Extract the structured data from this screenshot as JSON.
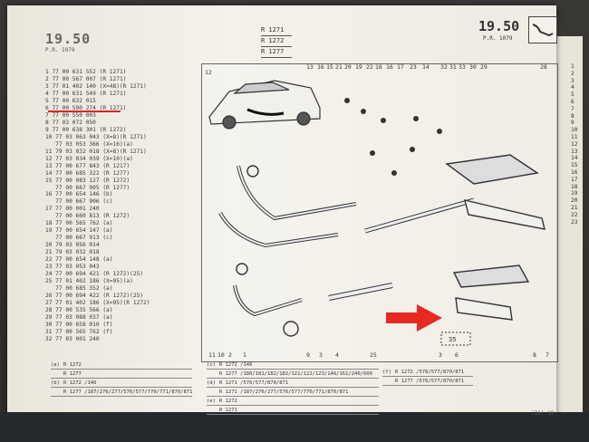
{
  "header": {
    "left_page": "19.50",
    "left_sub": "P.R. 1079",
    "right_page": "19.50",
    "right_sub": "P.R. 1079",
    "models": [
      "R 1271",
      "R 1272",
      "R 1277"
    ]
  },
  "parts_list": [
    "1 77 00 631 552 (R 1271)",
    "2 77 00 567 007 (R 1271)",
    "3 77 01 402 140 (X=48)(R 1271)",
    "4 77 00 631 549 (R 1271)",
    "5 77 00 632 015",
    "6 77 00 590 274 (R 1271)",
    "7 77 00 550 003",
    "8 77 03 072 050",
    "9 77 00 638 301 (R 1272)",
    "10 77 03 063 043 (X=8)(R 1271)",
    "   77 03 053 366 (X=16)(a)",
    "11 79 03 032 018 (X=8)(R 1271)",
    "12 77 03 034 039 (X=10)(a)",
    "13 77 00 677 843 (R 1217)",
    "14 77 00 685 322 (R 1277)",
    "15 77 00 083 127 (R 1272)",
    "   77 00 667 905 (R 1277)",
    "16 77 00 654 146 (b)",
    "   77 00 667 906 (c)",
    "17 77 00 001 240",
    "   77 00 660 813 (R 1272)",
    "18 77 00 565 762 (a)",
    "19 77 00 654 147 (a)",
    "   77 00 667 913 (c)",
    "20 79 03 056 014",
    "21 79 03 032 018",
    "22 77 00 654 148 (a)",
    "23 77 03 053 043",
    "24 77 00 694 421 (R 1272)(25)",
    "25 77 01 402 186 (X=95)(a)",
    "   77 00 685 352 (a)",
    "26 77 00 694 422 (R 1272)(25)",
    "27 77 01 402 186 (X=95)(R 1272)",
    "28 77 00 535 566 (a)",
    "29 77 03 088 037 (a)",
    "30 77 00 658 010 (f)",
    "31 77 00 565 762 (f)",
    "32 77 03 001 240"
  ],
  "right_numbers": [
    "1",
    "2",
    "3",
    "4",
    "5",
    "6",
    "7",
    "8",
    "9",
    "10",
    "11",
    "12",
    "13",
    "14",
    "15",
    "16",
    "17",
    "18",
    "19",
    "20",
    "21",
    "22",
    "23"
  ],
  "diagram": {
    "top_callouts": [
      "13",
      "16",
      "15",
      "21",
      "20",
      "19",
      "22",
      "18",
      "16",
      "17",
      "23",
      "14",
      "32",
      "31",
      "33",
      "30",
      "29",
      "28"
    ],
    "bottom_callouts": [
      "11",
      "10",
      "2",
      "1",
      "9",
      "3",
      "4",
      "25",
      "3",
      "6",
      "8",
      "7"
    ],
    "left_callout": "12",
    "dim_label": "35"
  },
  "tables": {
    "left": [
      {
        "key": "(a)",
        "text": "R 1272"
      },
      {
        "key": "",
        "text": "R 1277"
      },
      {
        "key": "(b)",
        "text": "R 1272 /146"
      },
      {
        "key": "",
        "text": "R 1277 /187/276/277/576/577/770/771/870/871"
      }
    ],
    "middle": [
      {
        "key": "(c)",
        "text": "R 1272 /146"
      },
      {
        "key": "",
        "text": "R 1277 /180/181/182/182/121/122/123/146/161/240/600"
      },
      {
        "key": "(d)",
        "text": "R 1271 /576/577/870/871"
      },
      {
        "key": "",
        "text": "R 1271 /187/276/277/576/577/770/771/870/871"
      },
      {
        "key": "(e)",
        "text": "R 1272"
      },
      {
        "key": "",
        "text": "R 1271"
      }
    ],
    "right": [
      {
        "key": "(f)",
        "text": "R 1272 /576/577/870/871"
      },
      {
        "key": "",
        "text": "R 1277 /576/577/870/871"
      }
    ]
  },
  "footer_page": "(26) 19"
}
